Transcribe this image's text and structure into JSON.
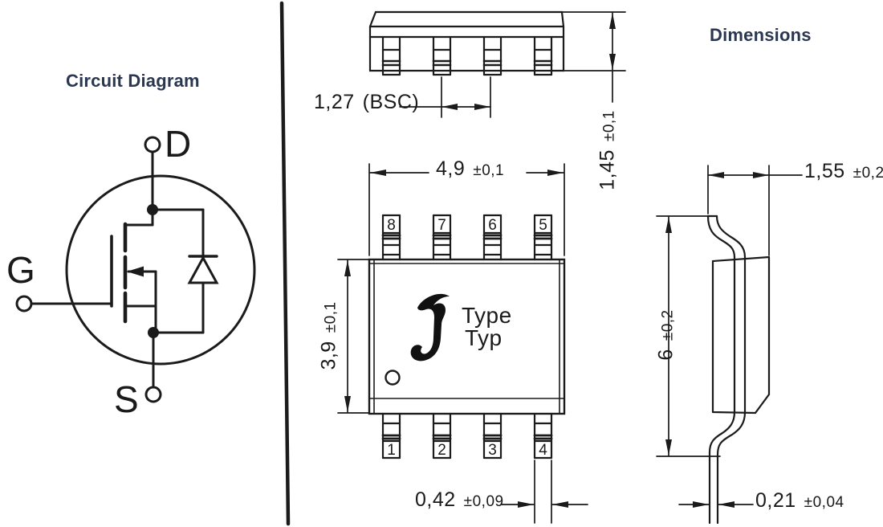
{
  "circuit": {
    "title": "Circuit Diagram",
    "terminals": {
      "drain": "D",
      "gate": "G",
      "source": "S"
    }
  },
  "dimensions_panel": {
    "title": "Dimensions",
    "pin_pitch": {
      "value": "1,27",
      "tolerance": "(BSC)"
    },
    "package_height": {
      "value": "1,45",
      "tolerance": "±0,1"
    },
    "body_width": {
      "value": "4,9",
      "tolerance": "±0,1"
    },
    "body_length": {
      "value": "3,9",
      "tolerance": "±0,1"
    },
    "lead_width": {
      "value": "0,42",
      "tolerance": "±0,09"
    },
    "lead_span": {
      "value": "6",
      "tolerance": "±0,2"
    },
    "body_thickness": {
      "value": "1,55",
      "tolerance": "±0,2"
    },
    "lead_thickness": {
      "value": "0,21",
      "tolerance": "±0,04"
    }
  },
  "package": {
    "logo": "diotec-logo",
    "marking_line1": "Type",
    "marking_line2": "Typ",
    "pins_top": [
      "8",
      "7",
      "6",
      "5"
    ],
    "pins_bottom": [
      "1",
      "2",
      "3",
      "4"
    ]
  },
  "colors": {
    "line": "#1b1b1b",
    "title": "#2b3750",
    "background": "#ffffff"
  }
}
